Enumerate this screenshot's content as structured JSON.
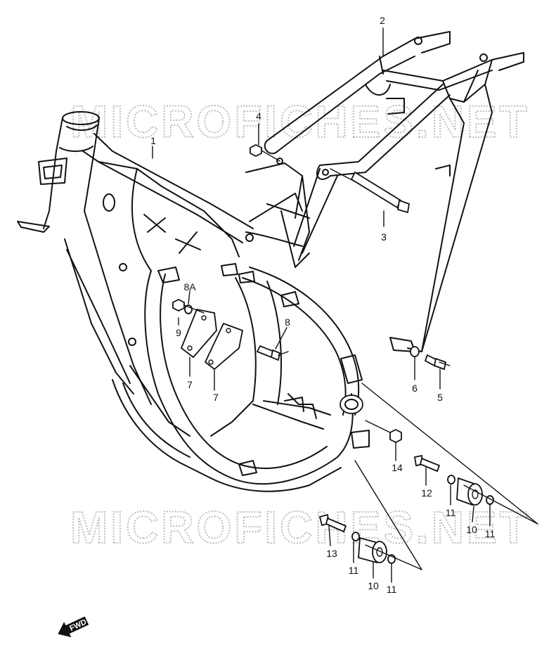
{
  "watermark": {
    "text": "MICROFICHES.NET"
  },
  "fwd_label": "FWD",
  "callouts": {
    "c1": "1",
    "c2": "2",
    "c3": "3",
    "c4": "4",
    "c5": "5",
    "c6": "6",
    "c7a": "7",
    "c7b": "7",
    "c8": "8",
    "c8a": "8A",
    "c9": "9",
    "c10a": "10",
    "c10b": "10",
    "c11a": "11",
    "c11b": "11",
    "c11c": "11",
    "c11d": "11",
    "c12": "12",
    "c13": "13",
    "c14": "14"
  }
}
